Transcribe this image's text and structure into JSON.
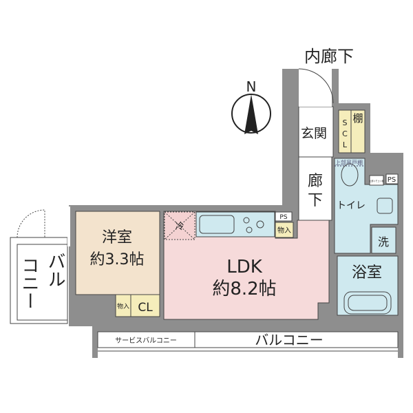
{
  "labels": {
    "corridor_outer": "内廊下",
    "north": "N",
    "entrance": "玄関",
    "scl": [
      "S",
      "C",
      "L"
    ],
    "shelf": "棚",
    "upper_shelf": "上部吊戸棚",
    "hallway": [
      "廊",
      "下"
    ],
    "toilet": "トイレ",
    "remote_shelf": "上部リモコン棚",
    "ps_toilet": "PS",
    "ps_kitchen": "PS",
    "storage_kitchen": "物入",
    "washer": "洗",
    "bath": "浴室",
    "fridge": "冷",
    "western_room": "洋室",
    "western_room_size": "約3.3帖",
    "ldk": "LDK",
    "ldk_size": "約8.2帖",
    "storage_small": "物入",
    "closet": "CL",
    "balcony_side": [
      "バル",
      "コニー"
    ],
    "service_balcony": "サービスバルコニー",
    "balcony": "バルコニー"
  },
  "colors": {
    "wall": "#8e8e8e",
    "western": "#f3e3cd",
    "ldk": "#f6dada",
    "wet": "#cfe9ef",
    "storage": "#f5edbb"
  }
}
